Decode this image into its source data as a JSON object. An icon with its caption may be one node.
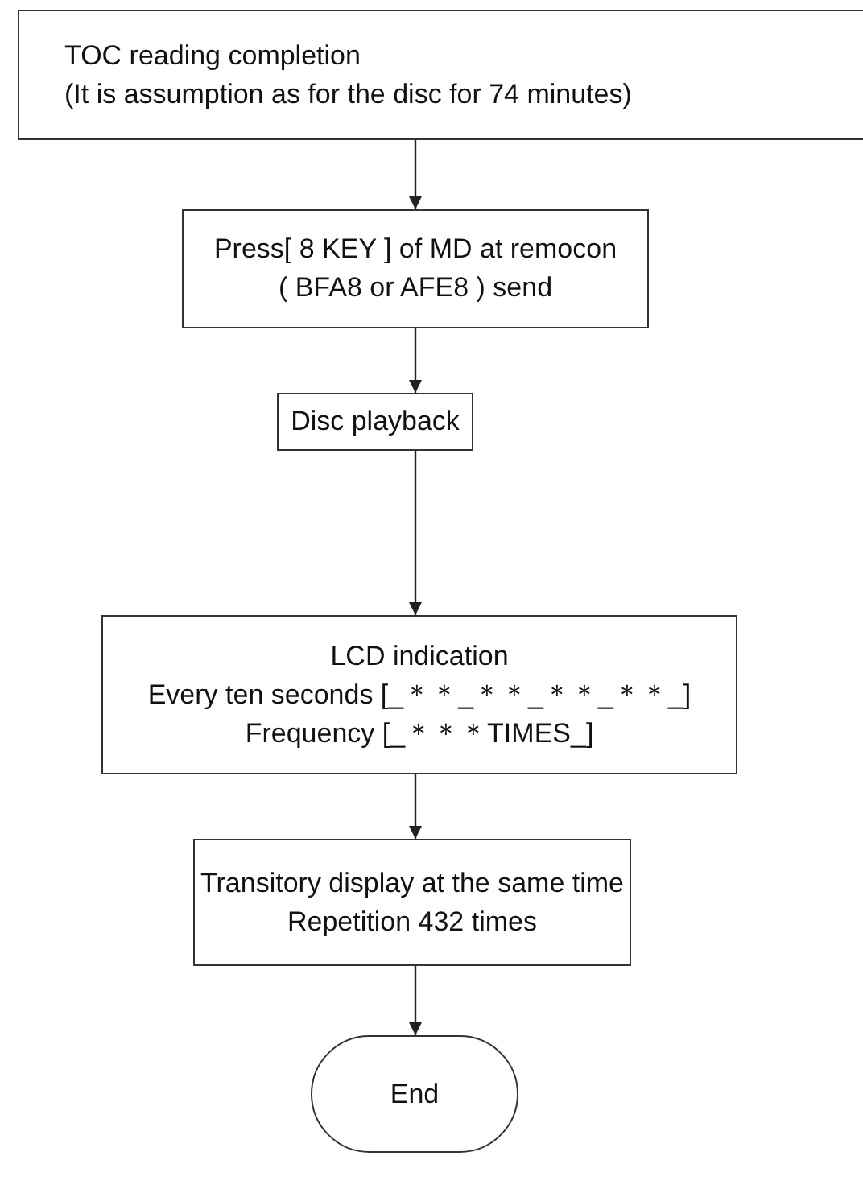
{
  "diagram": {
    "nodes": [
      {
        "text": [
          "TOC reading completion",
          "(It is assumption as for the disc for 74 minutes)"
        ]
      },
      {
        "text": [
          "Press[ 8 KEY ] of MD at remocon",
          "( BFA8  or AFE8 ) send"
        ]
      },
      {
        "text": [
          "Disc playback"
        ]
      },
      {
        "text": [
          "LCD indication",
          "Every ten seconds  [_＊＊_＊＊_＊＊_＊＊_]",
          "Frequency [_＊＊＊TIMES_]"
        ]
      },
      {
        "text": [
          "Transitory display at the same time",
          "Repetition 432 times"
        ]
      },
      {
        "text": [
          "End"
        ]
      }
    ],
    "edges": [
      {
        "from": 0,
        "to": 1,
        "arrow": "to"
      },
      {
        "from": 1,
        "to": 2,
        "arrow": "to"
      },
      {
        "from": 2,
        "to": 3,
        "arrow": "to"
      },
      {
        "from": 3,
        "to": 4,
        "arrow": "to"
      },
      {
        "from": 4,
        "to": 5,
        "arrow": "to"
      }
    ]
  }
}
